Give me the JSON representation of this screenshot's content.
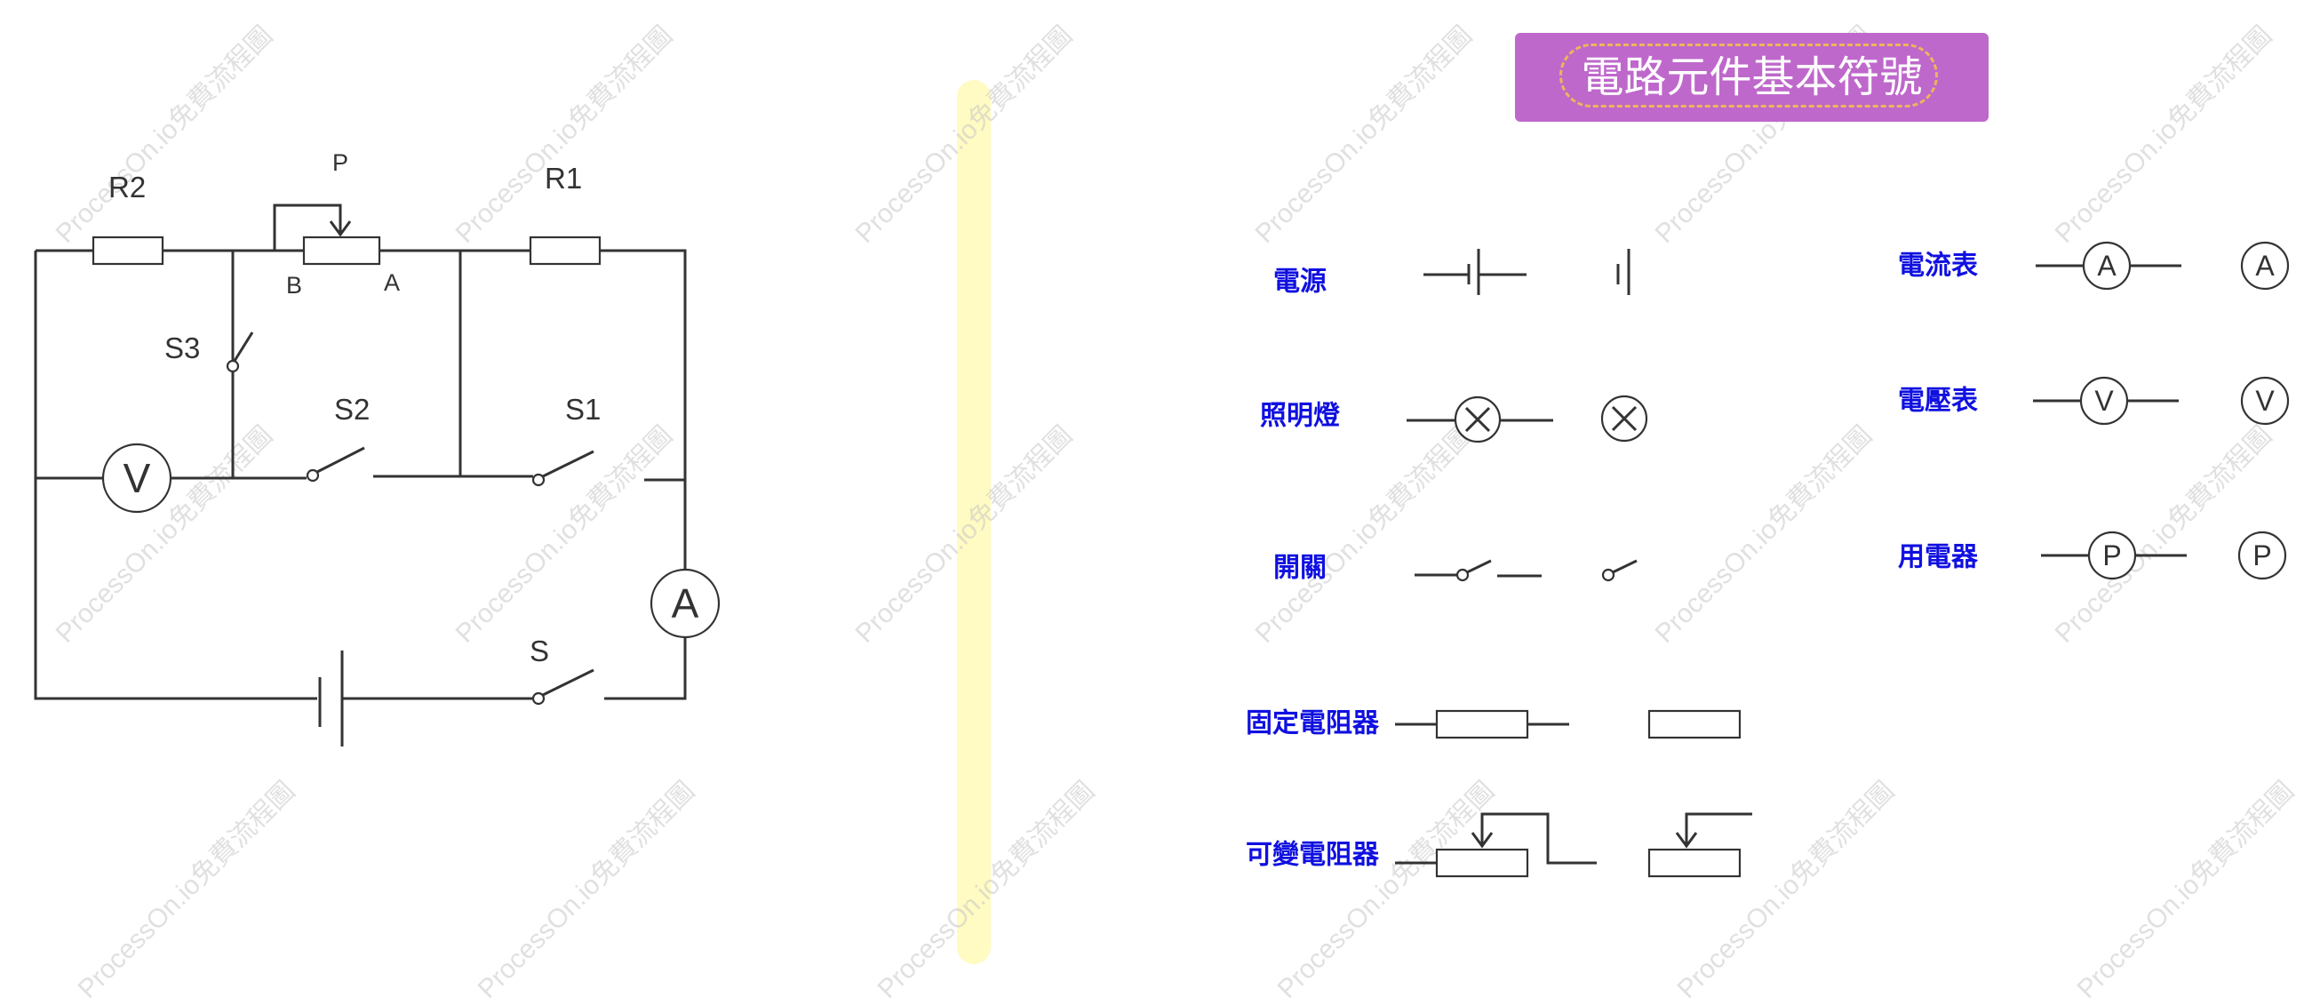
{
  "title": "電路元件基本符號",
  "watermark": "ProcessOn.io免費流程圖",
  "circuit": {
    "labels": {
      "r2": "R2",
      "r1": "R1",
      "p": "P",
      "b": "B",
      "a": "A",
      "s3": "S3",
      "s2": "S2",
      "s1": "S1",
      "s": "S"
    },
    "voltmeter": "V",
    "ammeter": "A"
  },
  "legend": {
    "power": "電源",
    "lamp": "照明燈",
    "switch": "開關",
    "fixed_resistor": "固定電阻器",
    "variable_resistor": "可變電阻器",
    "ammeter": "電流表",
    "voltmeter": "電壓表",
    "appliance": "用電器",
    "ammeter_letter": "A",
    "voltmeter_letter": "V",
    "appliance_letter": "P"
  },
  "colors": {
    "category_text": "#1010e0",
    "title_bg": "#be68cb",
    "title_border": "#f0b45a",
    "divider": "#fffbc2"
  }
}
